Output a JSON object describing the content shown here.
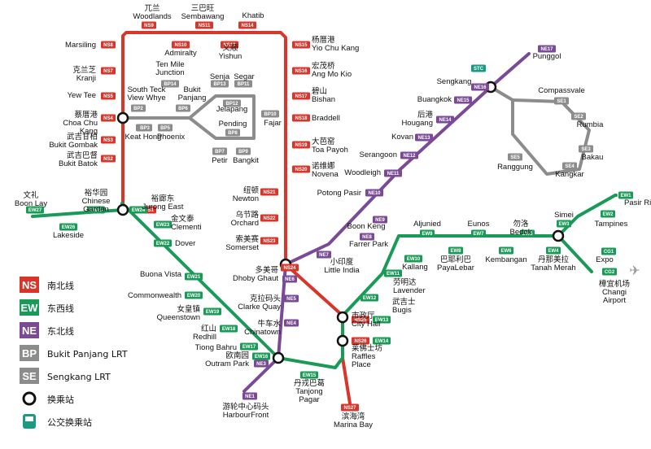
{
  "colors": {
    "ns": "#d9362b",
    "ew": "#1a9a57",
    "ne": "#7b4a97",
    "lrt": "#8c8c8c",
    "bus": "#1a9a80"
  },
  "legend": [
    {
      "key": "ns",
      "box": "NS",
      "label": "南北线"
    },
    {
      "key": "ew",
      "box": "EW",
      "label": "东西线"
    },
    {
      "key": "ne",
      "box": "NE",
      "label": "东北线"
    },
    {
      "key": "lrt",
      "box": "BP",
      "label": "Bukit Panjang LRT"
    },
    {
      "key": "lrt",
      "box": "SE",
      "label": "Sengkang LRT"
    },
    {
      "key": "interchange",
      "box": "",
      "label": "换乘站"
    },
    {
      "key": "bus",
      "box": "",
      "label": "公交换乘站"
    }
  ],
  "stations": [
    {
      "code": "NS9",
      "cn": "兀兰",
      "en": "Woodlands"
    },
    {
      "code": "NS11",
      "cn": "三巴旺",
      "en": "Sembawang"
    },
    {
      "code": "NS14",
      "cn": "",
      "en": "Khatib"
    },
    {
      "code": "NS8",
      "cn": "",
      "en": "Marsiling"
    },
    {
      "code": "NS10",
      "cn": "",
      "en": "Admiralty"
    },
    {
      "code": "NS13",
      "cn": "义顺",
      "en": "Yishun"
    },
    {
      "code": "NS15",
      "cn": "杨厝港",
      "en": "Yio Chu Kang"
    },
    {
      "code": "NS7",
      "cn": "克兰芝",
      "en": "Kranji"
    },
    {
      "code": "NS16",
      "cn": "宏茂桥",
      "en": "Ang Mo Kio"
    },
    {
      "code": "NS5",
      "cn": "",
      "en": "Yew Tee"
    },
    {
      "code": "NS17",
      "cn": "碧山",
      "en": "Bishan"
    },
    {
      "code": "NS4",
      "cn": "蔡厝港",
      "en": "Choa Chu Kang"
    },
    {
      "code": "NS18",
      "cn": "",
      "en": "Braddell"
    },
    {
      "code": "NS3",
      "cn": "武吉甘柏",
      "en": "Bukit Gombak"
    },
    {
      "code": "NS19",
      "cn": "大芭窑",
      "en": "Toa Payoh"
    },
    {
      "code": "NS2",
      "cn": "武吉巴督",
      "en": "Bukit Batok"
    },
    {
      "code": "NS20",
      "cn": "诺维娜",
      "en": "Novena"
    },
    {
      "code": "NS21",
      "cn": "纽顿",
      "en": "Newton"
    },
    {
      "code": "NS22",
      "cn": "乌节路",
      "en": "Orchard"
    },
    {
      "code": "NS23",
      "cn": "索美赛",
      "en": "Somerset"
    },
    {
      "code": "NS24",
      "cn": "多美哥",
      "en": "Dhoby Ghaut"
    },
    {
      "code": "NS25",
      "cn": "市政厅",
      "en": "City Hall"
    },
    {
      "code": "NS26",
      "cn": "莱佛士坊",
      "en": "Raffles Place"
    },
    {
      "code": "NS27",
      "cn": "滨海湾",
      "en": "Marina Bay"
    },
    {
      "code": "NS1",
      "cn": "裕廊东",
      "en": "Jurong East"
    },
    {
      "code": "EW27",
      "cn": "文礼",
      "en": "Boon Lay"
    },
    {
      "code": "EW26",
      "cn": "",
      "en": "Lakeside"
    },
    {
      "code": "EW25",
      "cn": "裕华园",
      "en": "Chinese Garden"
    },
    {
      "code": "EW24",
      "cn": "",
      "en": ""
    },
    {
      "code": "EW23",
      "cn": "金文泰",
      "en": "Clementi"
    },
    {
      "code": "EW22",
      "cn": "",
      "en": "Dover"
    },
    {
      "code": "EW21",
      "cn": "",
      "en": "Buona Vista"
    },
    {
      "code": "EW20",
      "cn": "",
      "en": "Commonwealth"
    },
    {
      "code": "EW19",
      "cn": "女皇镇",
      "en": "Queenstown"
    },
    {
      "code": "EW18",
      "cn": "红山",
      "en": "Redhill"
    },
    {
      "code": "EW17",
      "cn": "",
      "en": "Tiong Bahru"
    },
    {
      "code": "EW16",
      "cn": "欧南园",
      "en": "Outram Park"
    },
    {
      "code": "EW15",
      "cn": "丹戎巴葛",
      "en": "Tanjong Pagar"
    },
    {
      "code": "EW14",
      "cn": "",
      "en": ""
    },
    {
      "code": "EW13",
      "cn": "",
      "en": ""
    },
    {
      "code": "EW12",
      "cn": "武吉士",
      "en": "Bugis"
    },
    {
      "code": "EW11",
      "cn": "劳明达",
      "en": "Lavender"
    },
    {
      "code": "EW10",
      "cn": "",
      "en": "Kallang"
    },
    {
      "code": "EW9",
      "cn": "",
      "en": "Aljunied"
    },
    {
      "code": "EW8",
      "cn": "巴耶利巴",
      "en": "PayaLebar"
    },
    {
      "code": "EW7",
      "cn": "",
      "en": "Eunos"
    },
    {
      "code": "EW6",
      "cn": "",
      "en": "Kembangan"
    },
    {
      "code": "EW5",
      "cn": "勿洛",
      "en": "Bedok"
    },
    {
      "code": "EW4",
      "cn": "丹那美拉",
      "en": "Tanah Merah"
    },
    {
      "code": "EW3",
      "cn": "",
      "en": "Simei"
    },
    {
      "code": "EW2",
      "cn": "",
      "en": "Tampines"
    },
    {
      "code": "EW1",
      "cn": "",
      "en": "Pasir Ris"
    },
    {
      "code": "CG1",
      "cn": "",
      "en": "Expo"
    },
    {
      "code": "CG2",
      "cn": "樟宜机场",
      "en": "Changi Airport"
    },
    {
      "code": "NE1",
      "cn": "游轮中心码头",
      "en": "HarbourFront"
    },
    {
      "code": "NE3",
      "cn": "",
      "en": ""
    },
    {
      "code": "NE4",
      "cn": "牛车水",
      "en": "Chinatown"
    },
    {
      "code": "NE5",
      "cn": "克拉码头",
      "en": "Clarke Quay"
    },
    {
      "code": "NE6",
      "cn": "",
      "en": ""
    },
    {
      "code": "NE7",
      "cn": "小印度",
      "en": "Little India"
    },
    {
      "code": "NE8",
      "cn": "",
      "en": "Farrer Park"
    },
    {
      "code": "NE9",
      "cn": "",
      "en": "Boon Keng"
    },
    {
      "code": "NE10",
      "cn": "",
      "en": "Potong Pasir"
    },
    {
      "code": "NE11",
      "cn": "",
      "en": "Woodleigh"
    },
    {
      "code": "NE12",
      "cn": "",
      "en": "Serangoon"
    },
    {
      "code": "NE13",
      "cn": "",
      "en": "Kovan"
    },
    {
      "code": "NE14",
      "cn": "后港",
      "en": "Hougang"
    },
    {
      "code": "NE15",
      "cn": "",
      "en": "Buangkok"
    },
    {
      "code": "NE16",
      "cn": "",
      "en": "Sengkang"
    },
    {
      "code": "NE17",
      "cn": "",
      "en": "Punggol"
    },
    {
      "code": "STC",
      "cn": "",
      "en": ""
    },
    {
      "code": "BP1",
      "cn": "",
      "en": ""
    },
    {
      "code": "BP2",
      "cn": "",
      "en": "South Teck View Whye"
    },
    {
      "code": "BP3",
      "cn": "",
      "en": "Keat Hong"
    },
    {
      "code": "BP5",
      "cn": "",
      "en": "Phoenix"
    },
    {
      "code": "BP6",
      "cn": "",
      "en": "Bukit Panjang"
    },
    {
      "code": "BP7",
      "cn": "",
      "en": "Petir"
    },
    {
      "code": "BP8",
      "cn": "",
      "en": "Pending"
    },
    {
      "code": "BP9",
      "cn": "",
      "en": "Bangkit"
    },
    {
      "code": "BP10",
      "cn": "",
      "en": "Fajar"
    },
    {
      "code": "BP11",
      "cn": "",
      "en": "Segar"
    },
    {
      "code": "BP12",
      "cn": "",
      "en": "Jelapang"
    },
    {
      "code": "BP13",
      "cn": "",
      "en": "Senja"
    },
    {
      "code": "BP14",
      "cn": "",
      "en": "Ten Mile Junction"
    },
    {
      "code": "SE1",
      "cn": "",
      "en": "Compassvale"
    },
    {
      "code": "SE2",
      "cn": "",
      "en": "Rumbia"
    },
    {
      "code": "SE3",
      "cn": "",
      "en": "Bakau"
    },
    {
      "code": "SE4",
      "cn": "",
      "en": "Kangkar"
    },
    {
      "code": "SE5",
      "cn": "",
      "en": "Ranggung"
    }
  ]
}
